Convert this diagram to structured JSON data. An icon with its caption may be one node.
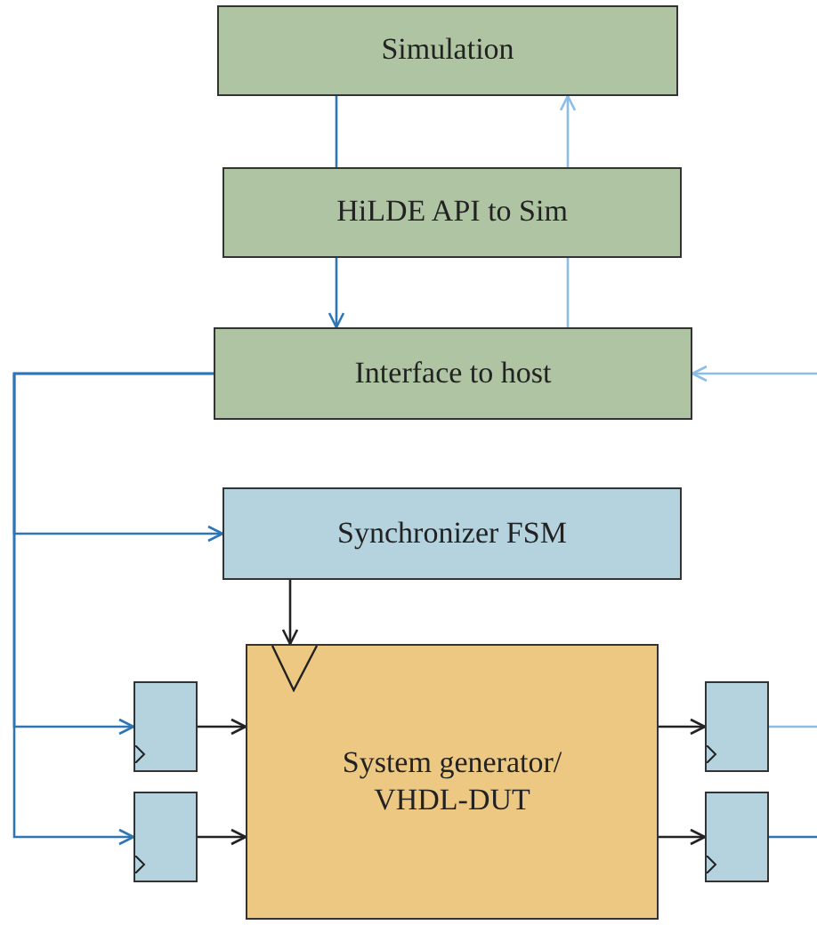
{
  "diagram": {
    "nodes": [
      {
        "text": [
          "Simulation"
        ]
      },
      {
        "text": [
          "HiLDE API to Sim"
        ]
      },
      {
        "text": [
          "Interface to host"
        ]
      },
      {
        "text": [
          "Synchronizer FSM"
        ]
      },
      {
        "text": [],
        "shape": "box"
      },
      {
        "text": [
          "System generator/ VHDL-DUT"
        ]
      },
      {
        "text": [],
        "shape": "box"
      },
      {
        "text": [],
        "shape": "box"
      },
      {
        "text": [],
        "shape": "box"
      }
    ],
    "edges": [
      {
        "from": 0,
        "to": 1,
        "arrow": "none"
      },
      {
        "from": 1,
        "to": 2,
        "arrow": "to"
      },
      {
        "from": 2,
        "to": 1,
        "arrow": "none",
        "color": "#8cbde6"
      },
      {
        "from": 1,
        "to": 0,
        "arrow": "to",
        "color": "#8cbde6"
      },
      {
        "from": null,
        "to": 2,
        "arrow": "to",
        "color": "#8cbde6"
      },
      {
        "from": 2,
        "to": 3,
        "arrow": "to"
      },
      {
        "from": 2,
        "to": 4,
        "arrow": "to"
      },
      {
        "from": 2,
        "to": 7,
        "arrow": "to"
      },
      {
        "from": 3,
        "to": 5,
        "arrow": "to",
        "color": "#222222"
      },
      {
        "from": 4,
        "to": 5,
        "arrow": "to",
        "color": "#222222"
      },
      {
        "from": 7,
        "to": 5,
        "arrow": "to",
        "color": "#222222"
      },
      {
        "from": 5,
        "to": 6,
        "arrow": "to",
        "color": "#222222"
      },
      {
        "from": 5,
        "to": 8,
        "arrow": "to",
        "color": "#222222"
      },
      {
        "from": 6,
        "to": null,
        "arrow": "none",
        "color": "#8cbde6"
      },
      {
        "from": 8,
        "to": null,
        "arrow": "none"
      }
    ]
  }
}
